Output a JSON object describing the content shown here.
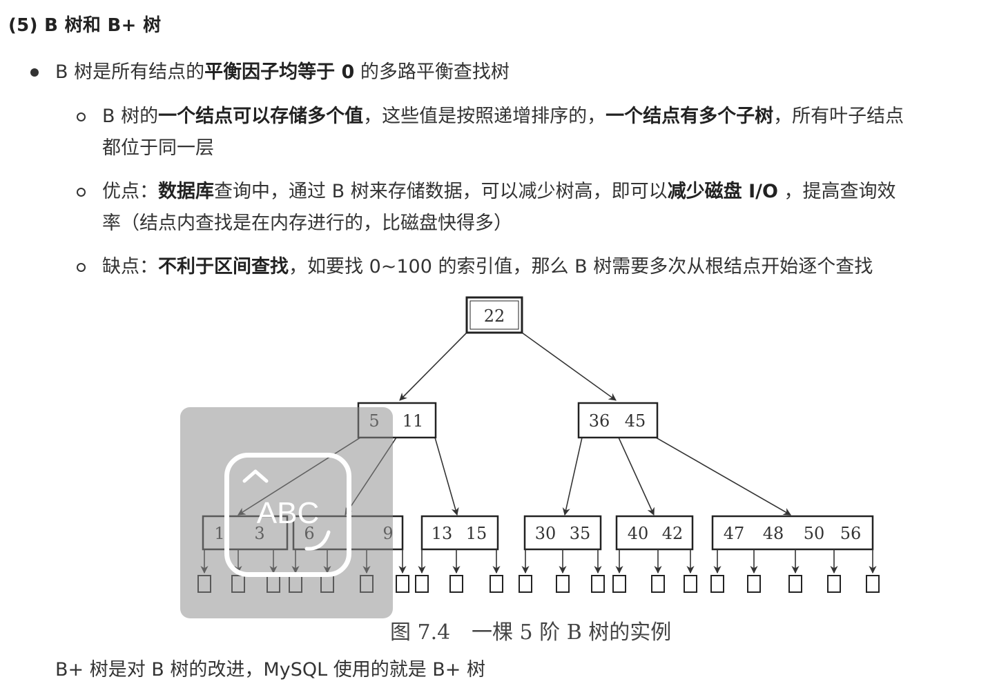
{
  "heading": "(5) B 树和 B+ 树",
  "bullet1": {
    "a": "B 树是所有结点的",
    "b": "平衡因子均等于 0",
    "c": " 的多路平衡查找树"
  },
  "sub1": {
    "a": "B 树的",
    "b": "一个结点可以存储多个值",
    "c": "，这些值是按照递增排序的，",
    "d": "一个结点有多个子树",
    "e": "，所有叶子结点",
    "f": "都位于同一层"
  },
  "sub2": {
    "a": "优点：",
    "b": "数据库",
    "c": "查询中，通过 B 树来存储数据，可以减少树高，即可以",
    "d": "减少磁盘 I/O",
    "e": " ，提高查询效",
    "f": "率（结点内查找是在内存进行的，比磁盘快得多）"
  },
  "sub3": {
    "a": "缺点：",
    "b": "不利于区间查找",
    "c": "，如要找 0~100 的索引值，那么 B 树需要多次从根结点开始逐个查找"
  },
  "figure": {
    "root": "22",
    "level1": [
      [
        "5",
        "11"
      ],
      [
        "36",
        "45"
      ]
    ],
    "leaves": [
      [
        "1",
        "3"
      ],
      [
        "6",
        "9"
      ],
      [
        "13",
        "15"
      ],
      [
        "30",
        "35"
      ],
      [
        "40",
        "42"
      ],
      [
        "47",
        "48",
        "50",
        "56"
      ]
    ],
    "caption_num": "图 7.4",
    "caption_text": "一棵 5 阶 B 树的实例"
  },
  "overlay": {
    "label": "ABC",
    "icon": "chevron-up-icon"
  },
  "next_line": "B+ 树是对 B 树的改进，MySQL 使用的就是 B+ 树"
}
